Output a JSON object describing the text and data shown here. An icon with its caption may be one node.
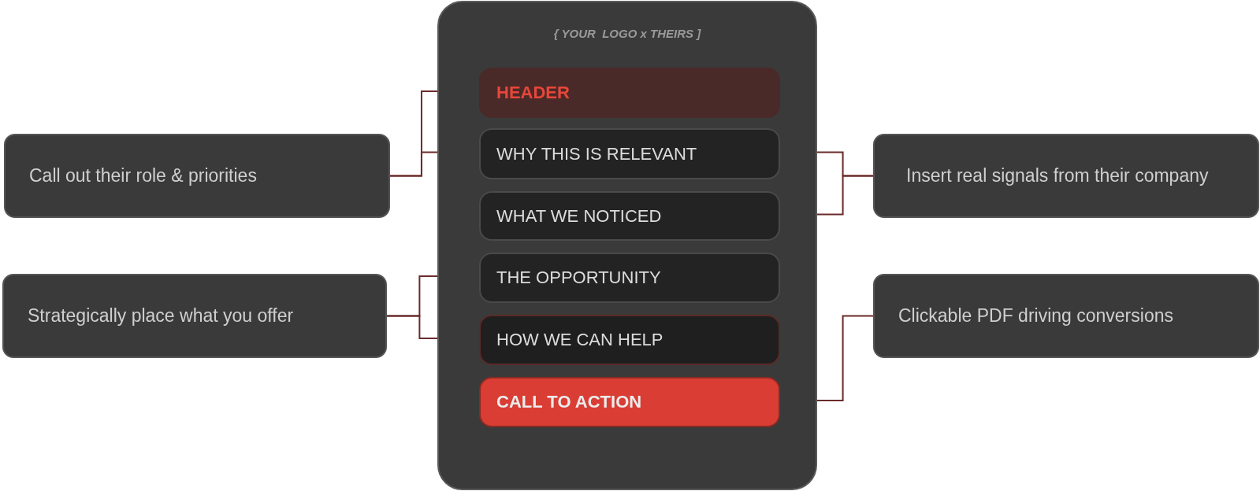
{
  "diagram": {
    "nodes": [
      {
        "text": [
          "{ YOUR  LOGO x THEIRS ]"
        ]
      },
      {
        "text": [
          "HEADER"
        ],
        "in": 0
      },
      {
        "text": [
          "WHY THIS IS RELEVANT"
        ],
        "in": 0
      },
      {
        "text": [
          "WHAT WE NOTICED"
        ],
        "in": 0
      },
      {
        "text": [
          "THE OPPORTUNITY"
        ],
        "in": 0
      },
      {
        "text": [
          "HOW WE CAN HELP"
        ],
        "in": 0
      },
      {
        "text": [
          "CALL TO ACTION"
        ],
        "in": 0
      },
      {
        "text": [
          "Call out their role & priorities"
        ]
      },
      {
        "text": [
          "Insert real signals from their company"
        ]
      },
      {
        "text": [
          "Strategically place what you offer"
        ]
      },
      {
        "text": [
          "Clickable PDF driving conversions"
        ]
      }
    ],
    "edges": [
      {
        "from": 7,
        "to": 1,
        "arrow": "none"
      },
      {
        "from": 7,
        "to": 2,
        "arrow": "none"
      },
      {
        "from": 8,
        "to": 2,
        "arrow": "none"
      },
      {
        "from": 8,
        "to": 3,
        "arrow": "none"
      },
      {
        "from": 9,
        "to": 4,
        "arrow": "none"
      },
      {
        "from": 9,
        "to": 5,
        "arrow": "none"
      },
      {
        "from": 10,
        "to": 6,
        "arrow": "none"
      }
    ]
  }
}
